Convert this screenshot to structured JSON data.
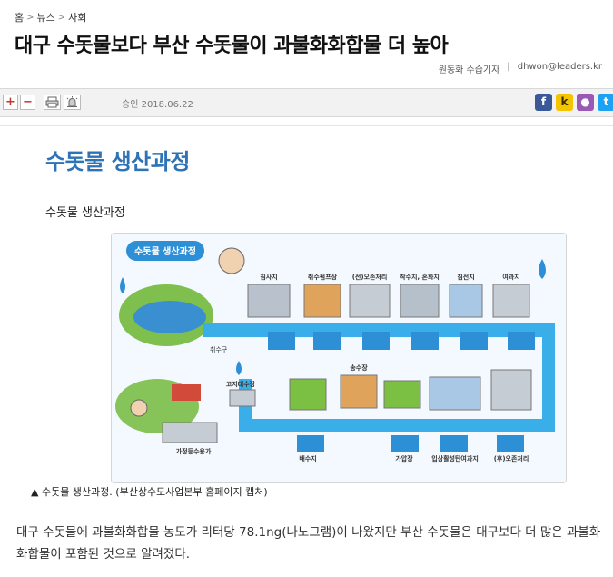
{
  "breadcrumb": {
    "home": "홈",
    "news": "뉴스",
    "section": "사회"
  },
  "article": {
    "title": "대구 수돗물보다 부산 수돗물이 과불화화합물 더 높아",
    "author": "원동화 수습기자",
    "email": "dhwon@leaders.kr",
    "date": "승인 2018.06.22"
  },
  "toolbar": {
    "plus": "+",
    "minus": "−"
  },
  "social": {
    "facebook": "f",
    "kakao": "k",
    "kakaostory": "●",
    "twitter": "t"
  },
  "content": {
    "subhead": "수돗물 생산과정",
    "subhead2": "수돗물 생산과정",
    "caption": "▲ 수돗물 생산과정. (부산상수도사업본부 홈페이지 캡처)",
    "paragraph": "대구 수돗물에 과불화화합물 농도가 리터당 78.1ng(나노그램)이 나왔지만 부산 수돗물은 대구보다 더 많은 과불화화합물이 포함된 것으로 알려졌다."
  },
  "diagram": {
    "banner": "수돗물 생산과정",
    "stages_top": [
      "침사지",
      "취수펌프장",
      "(전)오존처리",
      "착수지, 혼화지",
      "침전지",
      "여과지"
    ],
    "stages_bottom": [
      "배수지",
      "송수장",
      "가압장",
      "입상활성탄여과지",
      "(후)오존처리"
    ],
    "labels": {
      "intake": "취수구",
      "reservoir": "고지대수장",
      "home": "가정등수용가"
    }
  },
  "colors": {
    "accent": "#2d73b5",
    "pipe": "#3aaee8",
    "plus": "#c0392b"
  }
}
